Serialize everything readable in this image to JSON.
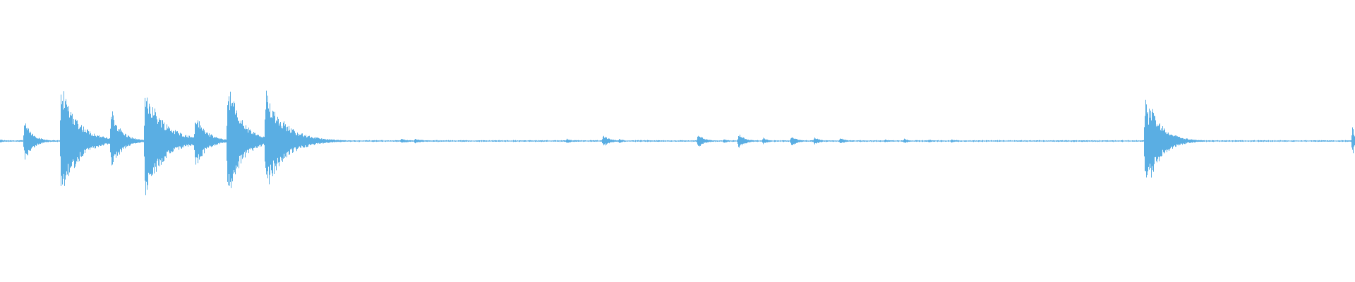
{
  "waveform": {
    "color": "#5aaee3",
    "background": "#ffffff",
    "baseline_noise": 0.012,
    "peaks": [
      {
        "t": 0.0,
        "amp": 0.02,
        "decay": 0.004
      },
      {
        "t": 0.018,
        "amp": 0.25,
        "decay": 0.006
      },
      {
        "t": 0.045,
        "amp": 0.72,
        "decay": 0.012
      },
      {
        "t": 0.082,
        "amp": 0.4,
        "decay": 0.007
      },
      {
        "t": 0.107,
        "amp": 0.66,
        "decay": 0.014
      },
      {
        "t": 0.144,
        "amp": 0.34,
        "decay": 0.008
      },
      {
        "t": 0.168,
        "amp": 0.75,
        "decay": 0.01
      },
      {
        "t": 0.172,
        "amp": 0.3,
        "decay": 0.006
      },
      {
        "t": 0.177,
        "amp": 0.12,
        "decay": 0.005
      },
      {
        "t": 0.196,
        "amp": 0.62,
        "decay": 0.014
      },
      {
        "t": 0.296,
        "amp": 0.03,
        "decay": 0.006
      },
      {
        "t": 0.306,
        "amp": 0.03,
        "decay": 0.006
      },
      {
        "t": 0.418,
        "amp": 0.03,
        "decay": 0.004
      },
      {
        "t": 0.445,
        "amp": 0.07,
        "decay": 0.005
      },
      {
        "t": 0.457,
        "amp": 0.03,
        "decay": 0.003
      },
      {
        "t": 0.515,
        "amp": 0.08,
        "decay": 0.005
      },
      {
        "t": 0.534,
        "amp": 0.03,
        "decay": 0.003
      },
      {
        "t": 0.545,
        "amp": 0.09,
        "decay": 0.005
      },
      {
        "t": 0.563,
        "amp": 0.04,
        "decay": 0.004
      },
      {
        "t": 0.584,
        "amp": 0.07,
        "decay": 0.004
      },
      {
        "t": 0.601,
        "amp": 0.05,
        "decay": 0.004
      },
      {
        "t": 0.62,
        "amp": 0.04,
        "decay": 0.004
      },
      {
        "t": 0.653,
        "amp": 0.02,
        "decay": 0.004
      },
      {
        "t": 0.667,
        "amp": 0.03,
        "decay": 0.004
      },
      {
        "t": 0.685,
        "amp": 0.02,
        "decay": 0.004
      },
      {
        "t": 0.702,
        "amp": 0.02,
        "decay": 0.004
      },
      {
        "t": 0.845,
        "amp": 0.52,
        "decay": 0.006
      },
      {
        "t": 0.848,
        "amp": 0.5,
        "decay": 0.01
      },
      {
        "t": 0.855,
        "amp": 0.15,
        "decay": 0.006
      },
      {
        "t": 0.998,
        "amp": 0.18,
        "decay": 0.002
      }
    ]
  }
}
